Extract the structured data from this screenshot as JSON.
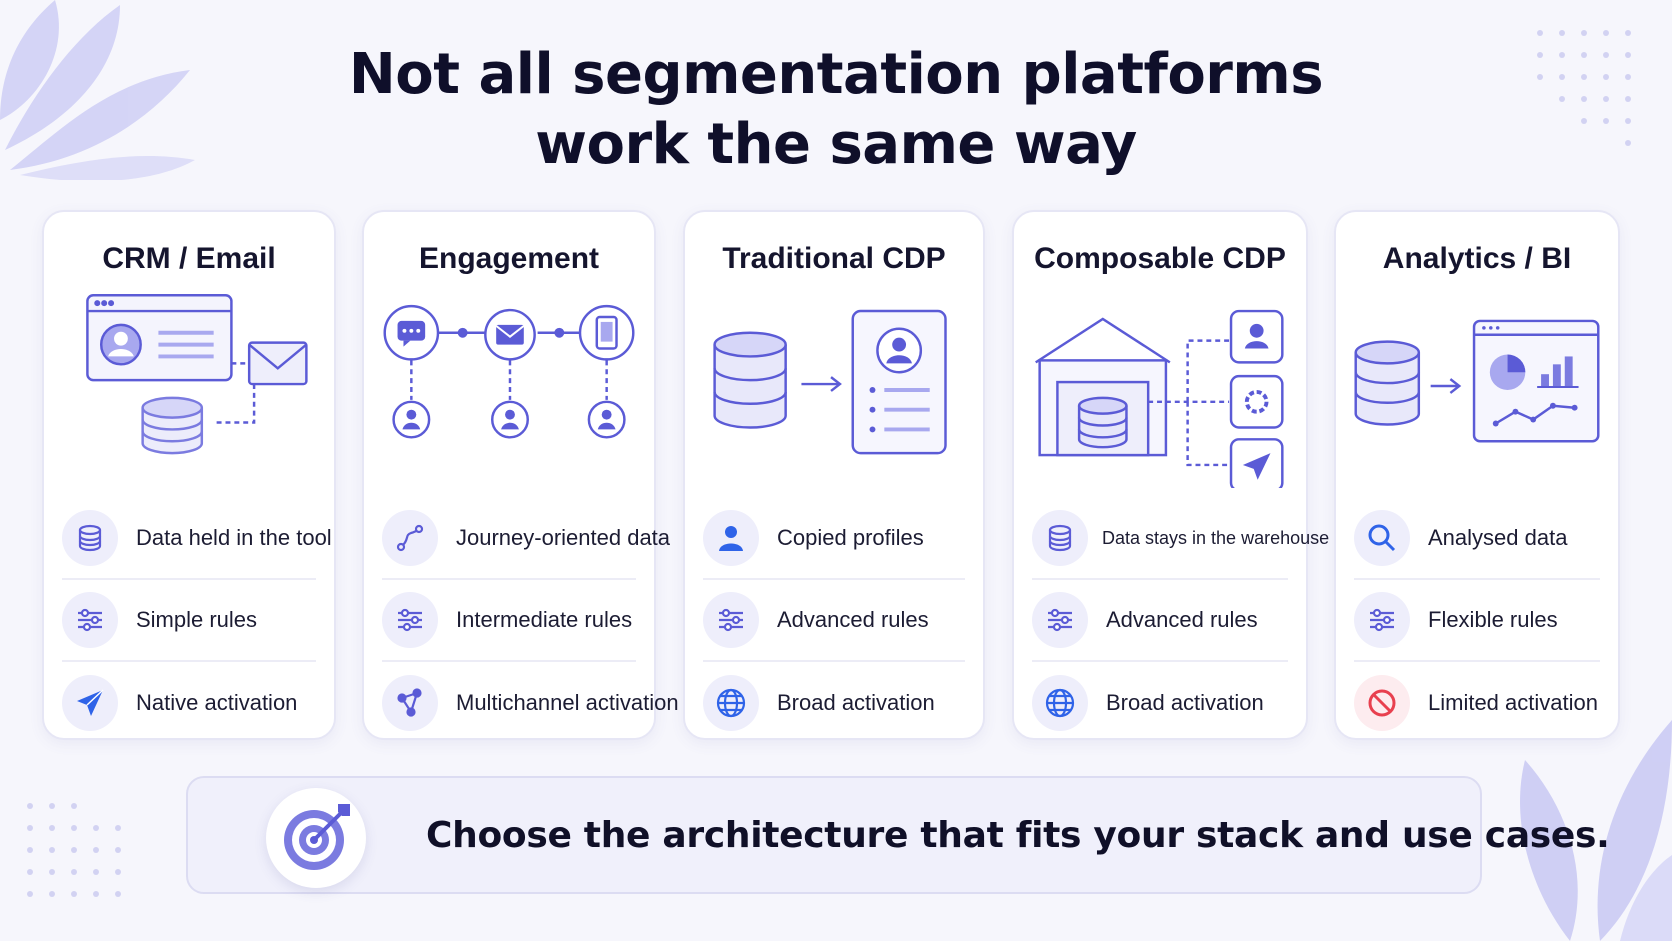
{
  "title": {
    "line1": "Not all segmentation platforms",
    "line2": "work the same way"
  },
  "colors": {
    "accent": "#5b5bd6",
    "accent_light": "#a8a8ef",
    "card_border": "#e6e6f5",
    "icon_bg": "#eeeefb",
    "blue": "#2f63e8",
    "red": "#e8404f"
  },
  "cards": [
    {
      "title": "CRM / Email",
      "features": [
        {
          "icon": "database-icon",
          "label": "Data held in the tool"
        },
        {
          "icon": "sliders-icon",
          "label": "Simple rules"
        },
        {
          "icon": "paper-plane-icon",
          "label": "Native activation"
        }
      ]
    },
    {
      "title": "Engagement",
      "features": [
        {
          "icon": "journey-icon",
          "label": "Journey-oriented data"
        },
        {
          "icon": "sliders-icon",
          "label": "Intermediate rules"
        },
        {
          "icon": "share-nodes-icon",
          "label": "Multichannel activation"
        }
      ]
    },
    {
      "title": "Traditional CDP",
      "features": [
        {
          "icon": "user-icon",
          "label": "Copied profiles"
        },
        {
          "icon": "sliders-icon",
          "label": "Advanced rules"
        },
        {
          "icon": "globe-icon",
          "label": "Broad activation"
        }
      ]
    },
    {
      "title": "Composable CDP",
      "features": [
        {
          "icon": "database-icon",
          "label": "Data stays in the warehouse"
        },
        {
          "icon": "sliders-icon",
          "label": "Advanced rules"
        },
        {
          "icon": "globe-icon",
          "label": "Broad activation"
        }
      ]
    },
    {
      "title": "Analytics / BI",
      "features": [
        {
          "icon": "search-icon",
          "label": "Analysed data"
        },
        {
          "icon": "sliders-icon",
          "label": "Flexible rules"
        },
        {
          "icon": "prohibited-icon",
          "label": "Limited activation"
        }
      ]
    }
  ],
  "banner": {
    "icon": "target-icon",
    "text": "Choose the architecture that fits your stack and use cases."
  }
}
